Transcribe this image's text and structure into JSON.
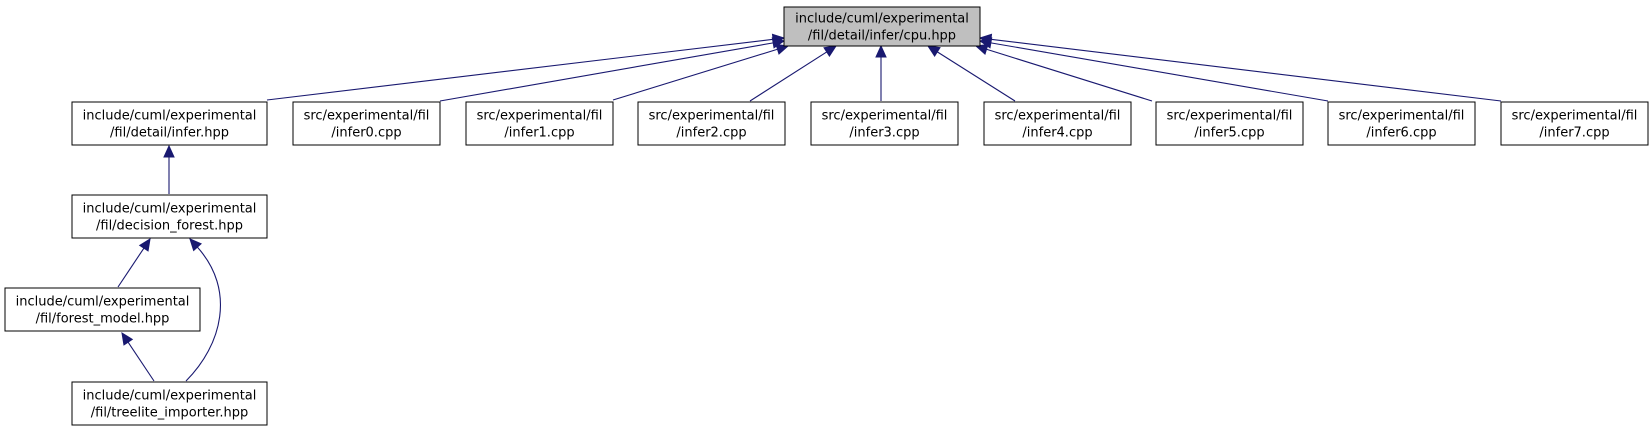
{
  "graph": {
    "nodes": [
      {
        "id": "cpu",
        "lines": [
          "include/cuml/experimental",
          "/fil/detail/infer/cpu.hpp"
        ]
      },
      {
        "id": "infer_hpp",
        "lines": [
          "include/cuml/experimental",
          "/fil/detail/infer.hpp"
        ]
      },
      {
        "id": "infer0",
        "lines": [
          "src/experimental/fil",
          "/infer0.cpp"
        ]
      },
      {
        "id": "infer1",
        "lines": [
          "src/experimental/fil",
          "/infer1.cpp"
        ]
      },
      {
        "id": "infer2",
        "lines": [
          "src/experimental/fil",
          "/infer2.cpp"
        ]
      },
      {
        "id": "infer3",
        "lines": [
          "src/experimental/fil",
          "/infer3.cpp"
        ]
      },
      {
        "id": "infer4",
        "lines": [
          "src/experimental/fil",
          "/infer4.cpp"
        ]
      },
      {
        "id": "infer5",
        "lines": [
          "src/experimental/fil",
          "/infer5.cpp"
        ]
      },
      {
        "id": "infer6",
        "lines": [
          "src/experimental/fil",
          "/infer6.cpp"
        ]
      },
      {
        "id": "infer7",
        "lines": [
          "src/experimental/fil",
          "/infer7.cpp"
        ]
      },
      {
        "id": "decision_forest",
        "lines": [
          "include/cuml/experimental",
          "/fil/decision_forest.hpp"
        ]
      },
      {
        "id": "forest_model",
        "lines": [
          "include/cuml/experimental",
          "/fil/forest_model.hpp"
        ]
      },
      {
        "id": "treelite_importer",
        "lines": [
          "include/cuml/experimental",
          "/fil/treelite_importer.hpp"
        ]
      }
    ],
    "edges": [
      {
        "from": "infer_hpp",
        "to": "cpu"
      },
      {
        "from": "infer0",
        "to": "cpu"
      },
      {
        "from": "infer1",
        "to": "cpu"
      },
      {
        "from": "infer2",
        "to": "cpu"
      },
      {
        "from": "infer3",
        "to": "cpu"
      },
      {
        "from": "infer4",
        "to": "cpu"
      },
      {
        "from": "infer5",
        "to": "cpu"
      },
      {
        "from": "infer6",
        "to": "cpu"
      },
      {
        "from": "infer7",
        "to": "cpu"
      },
      {
        "from": "decision_forest",
        "to": "infer_hpp"
      },
      {
        "from": "forest_model",
        "to": "decision_forest"
      },
      {
        "from": "treelite_importer",
        "to": "decision_forest"
      },
      {
        "from": "treelite_importer",
        "to": "forest_model"
      }
    ],
    "colors": {
      "edge": "#191970",
      "root_fill": "#bfbfbf",
      "node_fill": "#ffffff",
      "border": "#000000"
    }
  }
}
